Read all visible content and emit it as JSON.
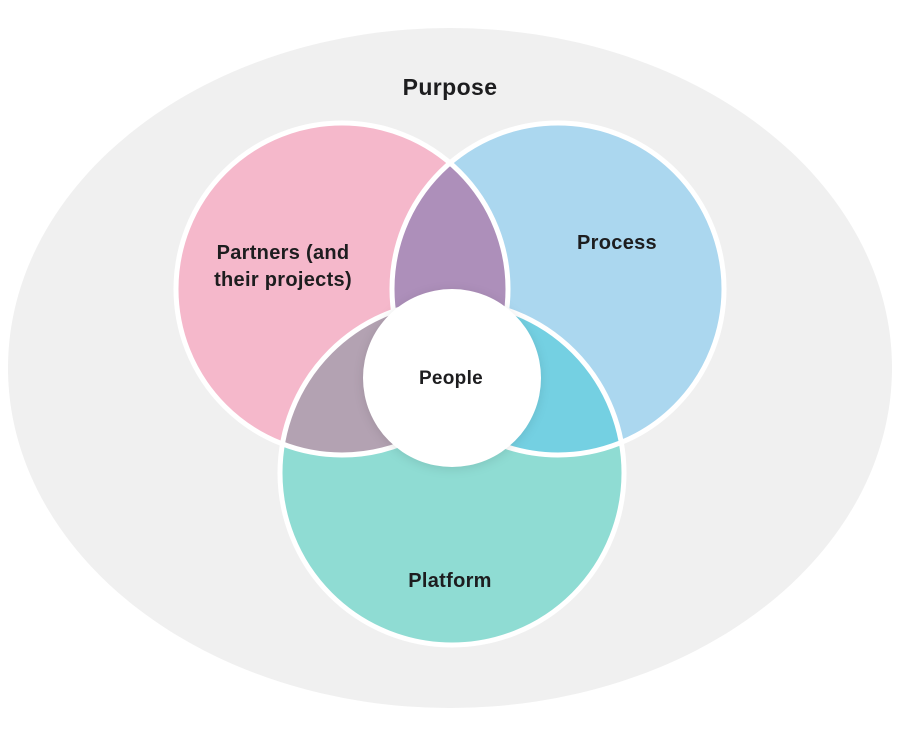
{
  "diagram": {
    "title": "Purpose",
    "circles": {
      "partners": {
        "label_line1": "Partners (and",
        "label_line2": "their projects)",
        "color": "#f5b8cb"
      },
      "process": {
        "label": "Process",
        "color": "#abd7ef"
      },
      "platform": {
        "label": "Platform",
        "color": "#8fdcd3"
      },
      "people": {
        "label": "People",
        "color": "#ffffff"
      }
    },
    "overlaps": {
      "partners_process": "#ad8fba",
      "partners_platform": "#b3a2b2",
      "process_platform": "#74d0e2"
    },
    "background_ellipse_color": "#f0f0f0",
    "stroke_color": "#ffffff",
    "text_color": "#1d1d1f"
  }
}
